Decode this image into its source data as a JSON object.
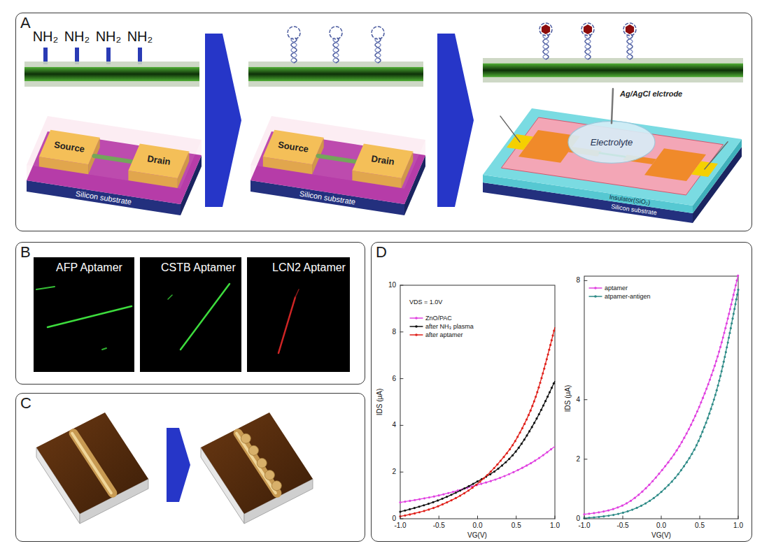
{
  "diagram": {
    "nodes": [
      {
        "text": [
          "A"
        ]
      },
      {
        "text": [
          "B"
        ]
      },
      {
        "text": [
          "AFP Aptamer"
        ],
        "in": 1
      },
      {
        "text": [
          "CSTB Aptamer"
        ],
        "in": 1
      },
      {
        "text": [
          "LCN2 Aptamer"
        ],
        "in": 1
      },
      {
        "text": [
          "C"
        ]
      },
      {
        "text": [
          "D"
        ]
      }
    ],
    "labels": [
      "NH₂",
      "NH₂",
      "NH₂",
      "NH₂",
      "Source",
      "Drain",
      "Silicon substrate",
      "Source",
      "Drain",
      "Silicon substrate",
      "Ag/AgCl elctrode",
      "Electrolyte",
      "Insulator(SiO₂)",
      "Silicon substrate",
      "VDS = 1.0V",
      "10",
      "8",
      "6",
      "4",
      "2",
      "0",
      "-1.0",
      "-0.5",
      "0.0",
      "0.5",
      "1.0",
      "IDS (μA)",
      "VG(V)",
      "8",
      "4",
      "2",
      "0",
      "-1.0",
      "-0.5",
      "0.0",
      "0.5",
      "1.0",
      "IDS (μA)",
      "VG(V)"
    ],
    "legend": [
      {
        "text": "ZnO/PAC"
      },
      {
        "text": "after NH₃ plasma"
      },
      {
        "text": "after aptamer"
      },
      {
        "text": "aptamer"
      },
      {
        "text": "atpamer-antigen"
      }
    ]
  }
}
